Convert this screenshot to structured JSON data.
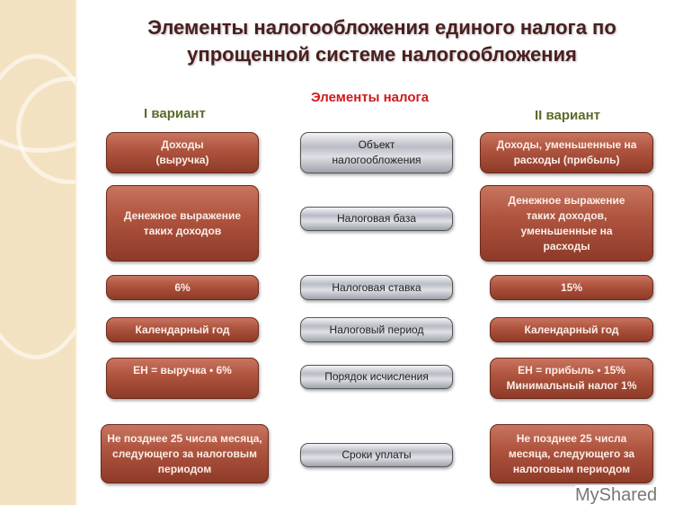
{
  "title": "Элементы налогообложения единого налога по упрощенной системе налогообложения",
  "center_header": "Элементы налога",
  "left_header": "I вариант",
  "right_header": "II вариант",
  "rows": [
    {
      "element": "Объект налогообложения",
      "variant1": "Доходы (выручка)",
      "variant2": "Доходы, уменьшенные на расходы (прибыль)"
    },
    {
      "element": "Налоговая база",
      "variant1": "Денежное выражение таких доходов",
      "variant2": "Денежное выражение таких доходов, уменьшенные на расходы"
    },
    {
      "element": "Налоговая ставка",
      "variant1": "6%",
      "variant2": "15%"
    },
    {
      "element": "Налоговый период",
      "variant1": "Календарный год",
      "variant2": "Календарный год"
    },
    {
      "element": "Порядок исчисления",
      "variant1": "ЕН = выручка • 6%",
      "variant2": "ЕН = прибыль • 15% Минимальный налог 1%"
    },
    {
      "element": "Сроки уплаты",
      "variant1": "Не позднее 25 числа месяца, следующего за налоговым периодом",
      "variant2": "Не позднее 25 числа месяца, следующего за налоговым периодом"
    }
  ],
  "watermark": "MyShared",
  "colors": {
    "box_brown": "#a34c38",
    "box_grey": "#c4c7cd",
    "center_header": "#d01a1a",
    "variant_header": "#5a6b2a",
    "title": "#4a1e1e"
  }
}
